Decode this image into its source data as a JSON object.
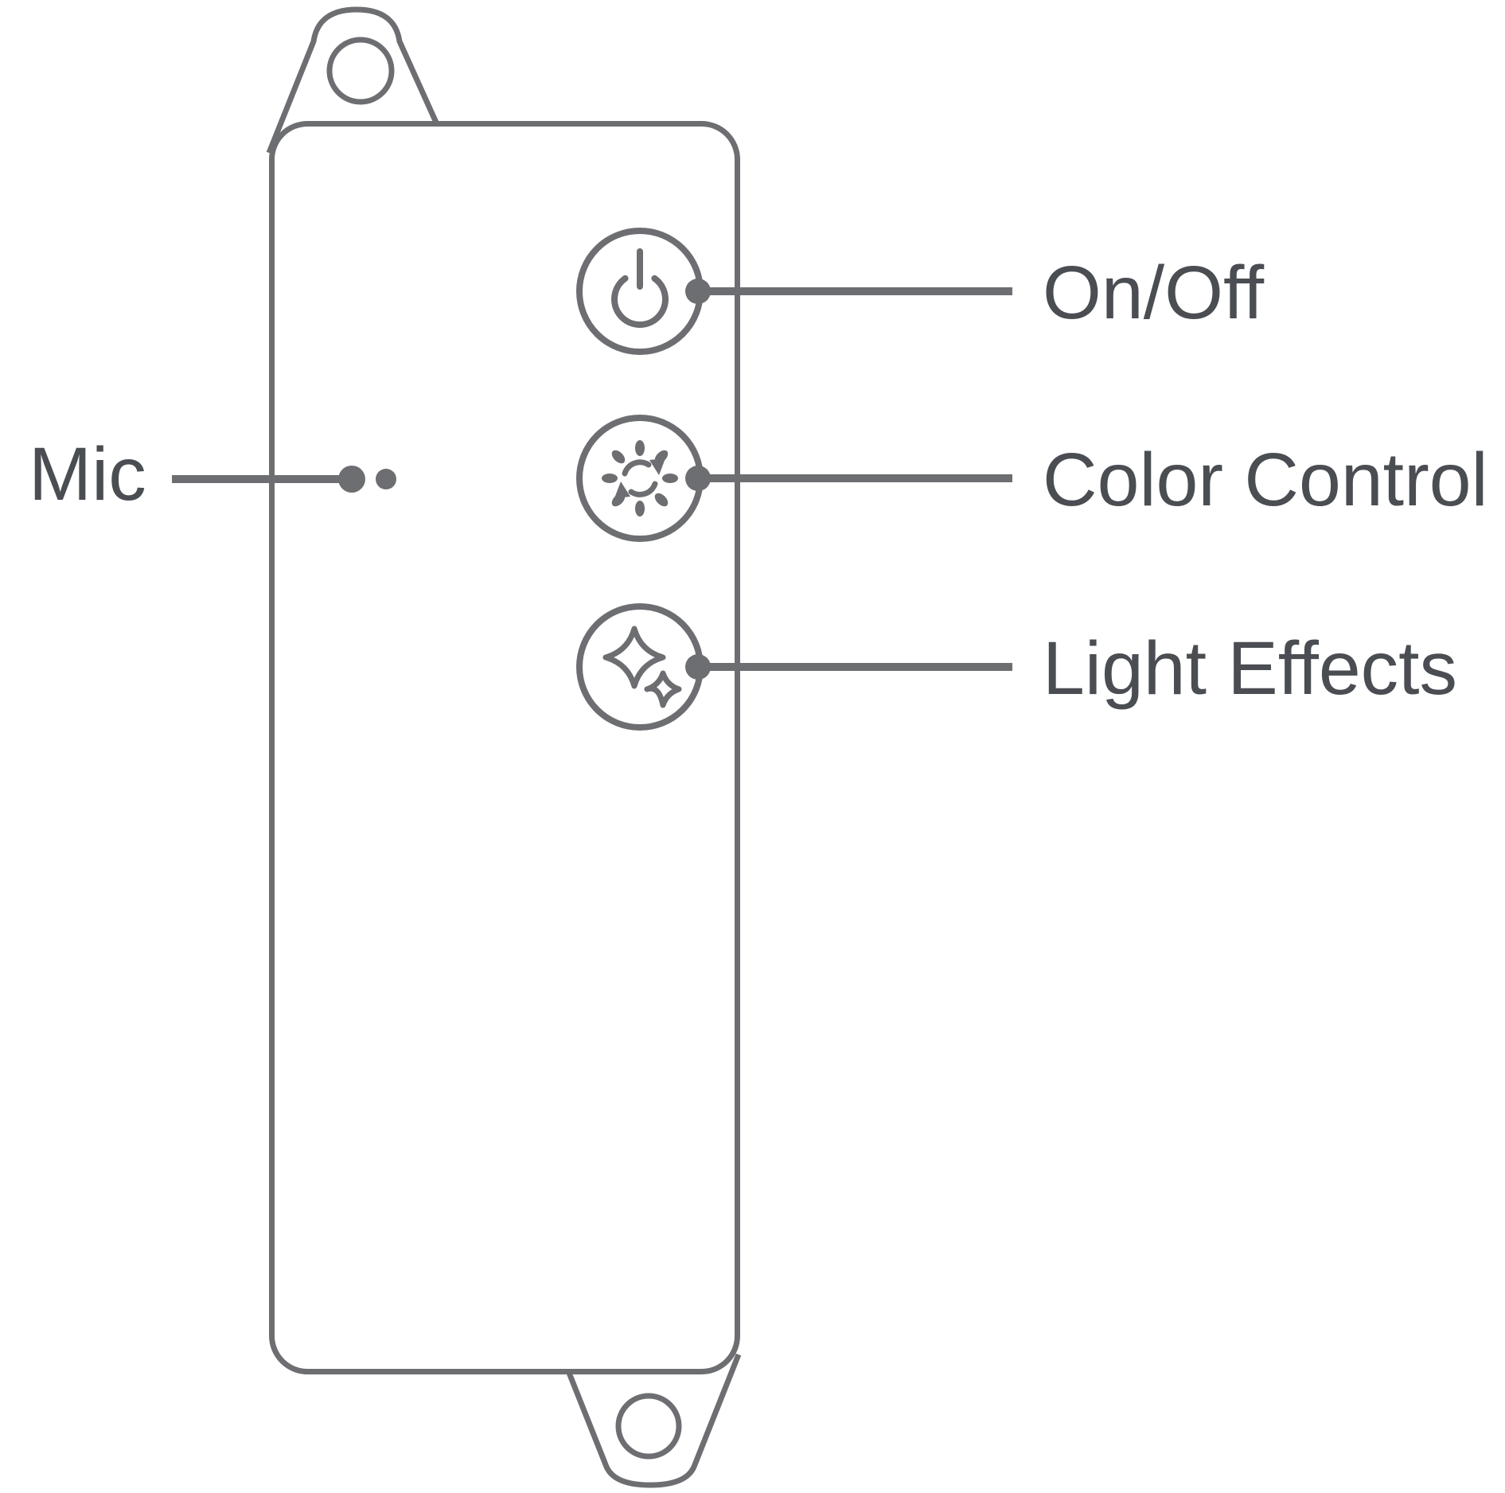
{
  "diagram": {
    "title_visible": false,
    "colors": {
      "outline": "#6d6e71",
      "label_text": "#4a4d52",
      "background": "#ffffff"
    },
    "mic": {
      "label": "Mic"
    },
    "callouts": [
      {
        "id": "on-off",
        "label": "On/Off",
        "icon": "power-icon"
      },
      {
        "id": "color-control",
        "label": "Color Control",
        "icon": "color-cycle-icon"
      },
      {
        "id": "light-effects",
        "label": "Light Effects",
        "icon": "sparkles-icon"
      }
    ]
  }
}
